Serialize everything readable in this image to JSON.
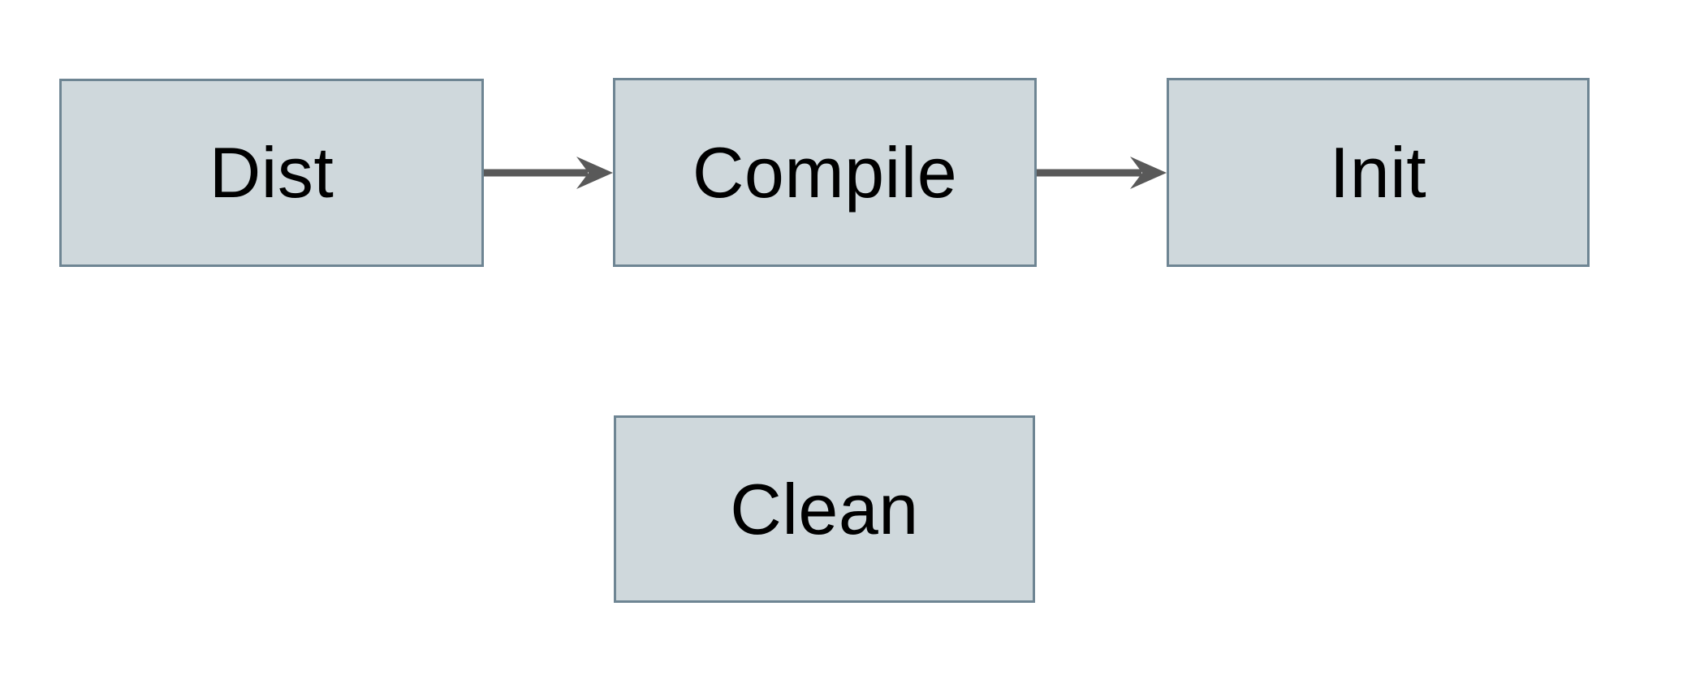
{
  "diagram": {
    "nodes": [
      {
        "id": "dist",
        "label": "Dist"
      },
      {
        "id": "compile",
        "label": "Compile"
      },
      {
        "id": "init",
        "label": "Init"
      },
      {
        "id": "clean",
        "label": "Clean"
      }
    ],
    "edges": [
      {
        "from": "Dist",
        "to": "Compile",
        "style": "solid-arrow"
      },
      {
        "from": "Compile",
        "to": "Init",
        "style": "solid-arrow"
      }
    ],
    "colors": {
      "background": "#ffffff",
      "node_fill": "#cfd8dc",
      "node_border": "#6e8593",
      "arrow": "#595959",
      "text": "#000000"
    }
  }
}
